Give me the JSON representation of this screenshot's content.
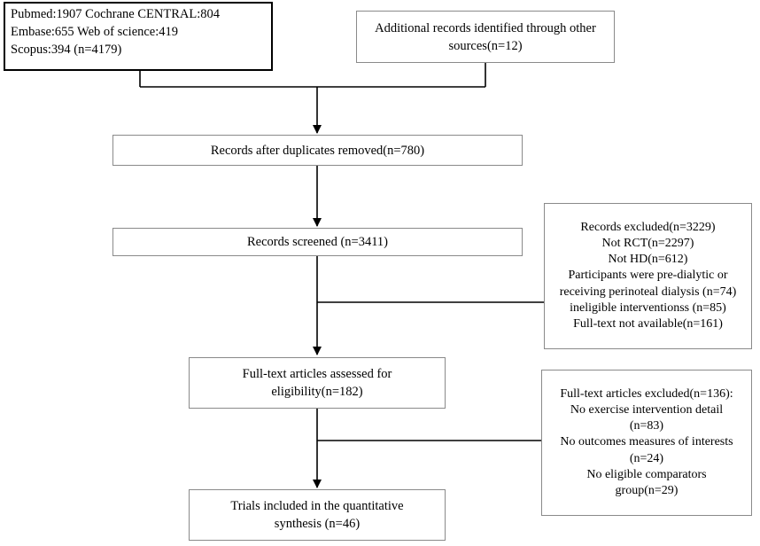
{
  "nodes": {
    "databases": {
      "lines": [
        "Pubmed:1907  Cochrane CENTRAL:804",
        "Embase:655 Web of science:419",
        "Scopus:394    (n=4179)"
      ]
    },
    "other_sources": {
      "lines": [
        "Additional records identified through other",
        "sources(n=12)"
      ]
    },
    "duplicates_removed": {
      "lines": [
        "Records after duplicates removed(n=780)"
      ]
    },
    "screened": {
      "lines": [
        "Records screened (n=3411)"
      ]
    },
    "records_excluded": {
      "lines": [
        "Records excluded(n=3229)",
        "Not RCT(n=2297)",
        "Not HD(n=612)",
        "Participants were pre-dialytic or",
        "receiving perinoteal dialysis (n=74)",
        "ineligible interventionss (n=85)",
        "Full-text not available(n=161)"
      ]
    },
    "fulltext_assessed": {
      "lines": [
        "Full-text articles assessed for",
        "eligibility(n=182)"
      ]
    },
    "fulltext_excluded": {
      "lines": [
        "Full-text articles excluded(n=136):",
        "No exercise intervention detail",
        "(n=83)",
        "No  outcomes measures of interests",
        "(n=24)",
        "No eligible comparators",
        "group(n=29)"
      ]
    },
    "included": {
      "lines": [
        "Trials included in the quantitative",
        "synthesis (n=46)"
      ]
    }
  }
}
